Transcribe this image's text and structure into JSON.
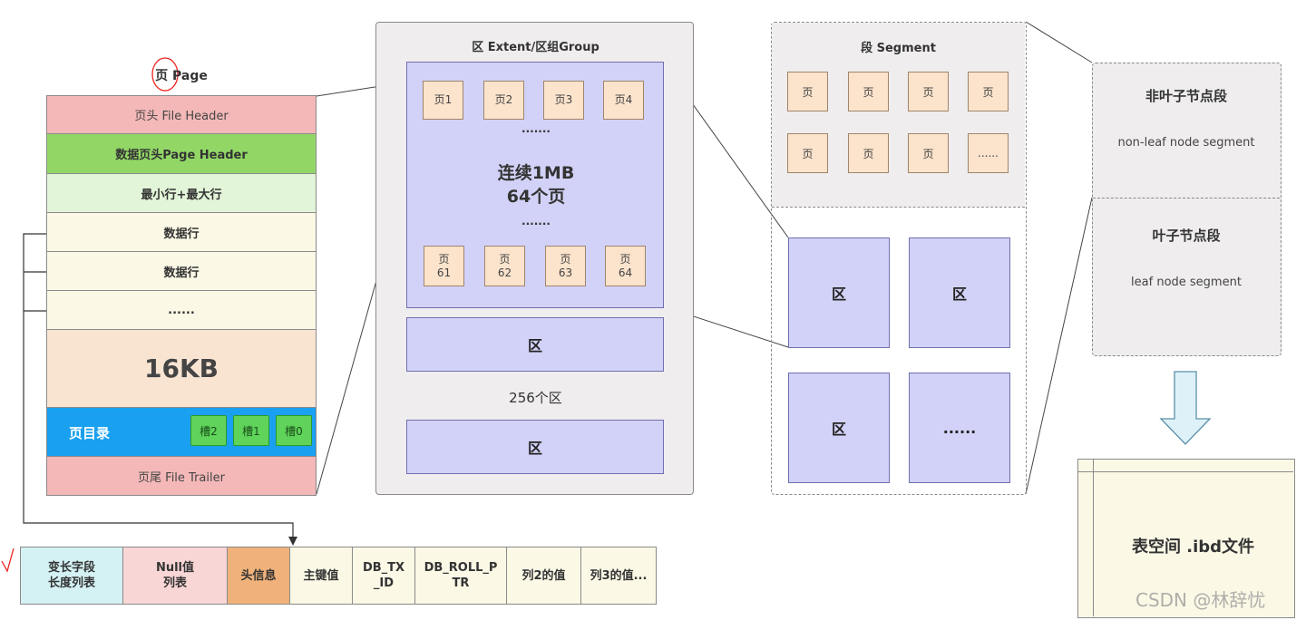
{
  "page": {
    "title": "页 Page",
    "file_header": "页头 File Header",
    "page_header": "数据页头Page Header",
    "min_max": "最小行+最大行",
    "row1": "数据行",
    "row2": "数据行",
    "dots": "......",
    "size": "16KB",
    "directory": "页目录",
    "slots": [
      "槽2",
      "槽1",
      "槽0"
    ],
    "file_trailer": "页尾 File Trailer"
  },
  "row_format": [
    "变长字段\n长度列表",
    "Null值\n列表",
    "头信息",
    "主键值",
    "DB_TX\n_ID",
    "DB_ROLL_P\nTR",
    "列2的值",
    "列3的值..."
  ],
  "extent": {
    "title": "区 Extent/区组Group",
    "pages_top": [
      "页1",
      "页2",
      "页3",
      "页4"
    ],
    "dots_top": "·······",
    "contiguous_line1": "连续1MB",
    "contiguous_line2": "64个页",
    "dots_bottom": "·······",
    "pages_bottom": [
      "页\n61",
      "页\n62",
      "页\n63",
      "页\n64"
    ],
    "extent_box_1": "区",
    "count_label": "256个区",
    "extent_box_2": "区"
  },
  "segment": {
    "title": "段 Segment",
    "pages": [
      "页",
      "页",
      "页",
      "页",
      "页",
      "页",
      "页",
      "......"
    ],
    "extents": [
      "区",
      "区",
      "区",
      "......"
    ]
  },
  "segment_types": {
    "nonleaf_title": "非叶子节点段",
    "nonleaf_sub": "non-leaf node segment",
    "leaf_title": "叶子节点段",
    "leaf_sub": "leaf node segment"
  },
  "tablespace": {
    "label": "表空间 .ibd文件"
  },
  "watermark": "CSDN @林辞忧",
  "colors": {
    "header_red": "#f4b8b8",
    "page_header_green": "#92d766",
    "light_green": "#e2f5d8",
    "cream": "#fbf8e6",
    "peach": "#f9e4d2",
    "directory_blue": "#1aa0f0",
    "lavender": "#d2d2f8",
    "panel_gray": "#efeded",
    "arrow_fill": "#dff1f8"
  }
}
